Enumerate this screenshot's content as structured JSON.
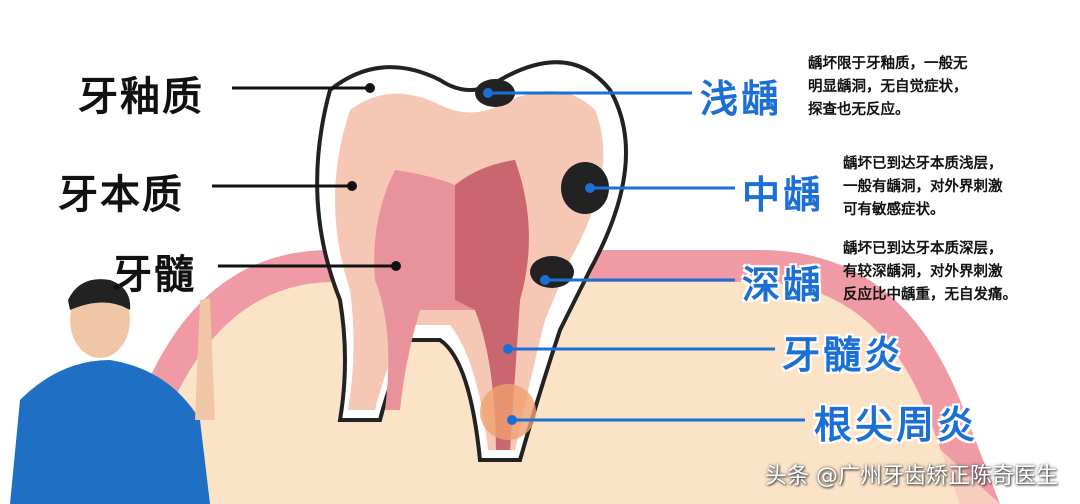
{
  "left_labels": {
    "enamel": "牙釉质",
    "dentin": "牙本质",
    "pulp": "牙髓"
  },
  "right_labels": {
    "shallow_caries": "浅龋",
    "medium_caries": "中龋",
    "deep_caries": "深龋",
    "pulpitis": "牙髓炎",
    "periapical": "根尖周炎"
  },
  "descriptions": {
    "shallow": "龋坏限于牙釉质，一般无\n明显龋洞，无自觉症状，\n探查也无反应。",
    "medium": "龋坏已到达牙本质浅层，\n 一般有龋洞，对外界刺激\n可有敏感症状。",
    "deep": "龋坏已到达牙本质深层，\n有较深龋洞，对外界刺激\n反应比中龋重，无自发痛。"
  },
  "watermark": "头条 @广州牙齿矫正陈奇医生",
  "colors": {
    "label_blue": "#1c6fd4",
    "enamel": "#ffffff",
    "dentin": "#f6c7b4",
    "pulp": "#e8939b",
    "gum": "#f2b0b5",
    "bone": "#fbe3c8"
  }
}
